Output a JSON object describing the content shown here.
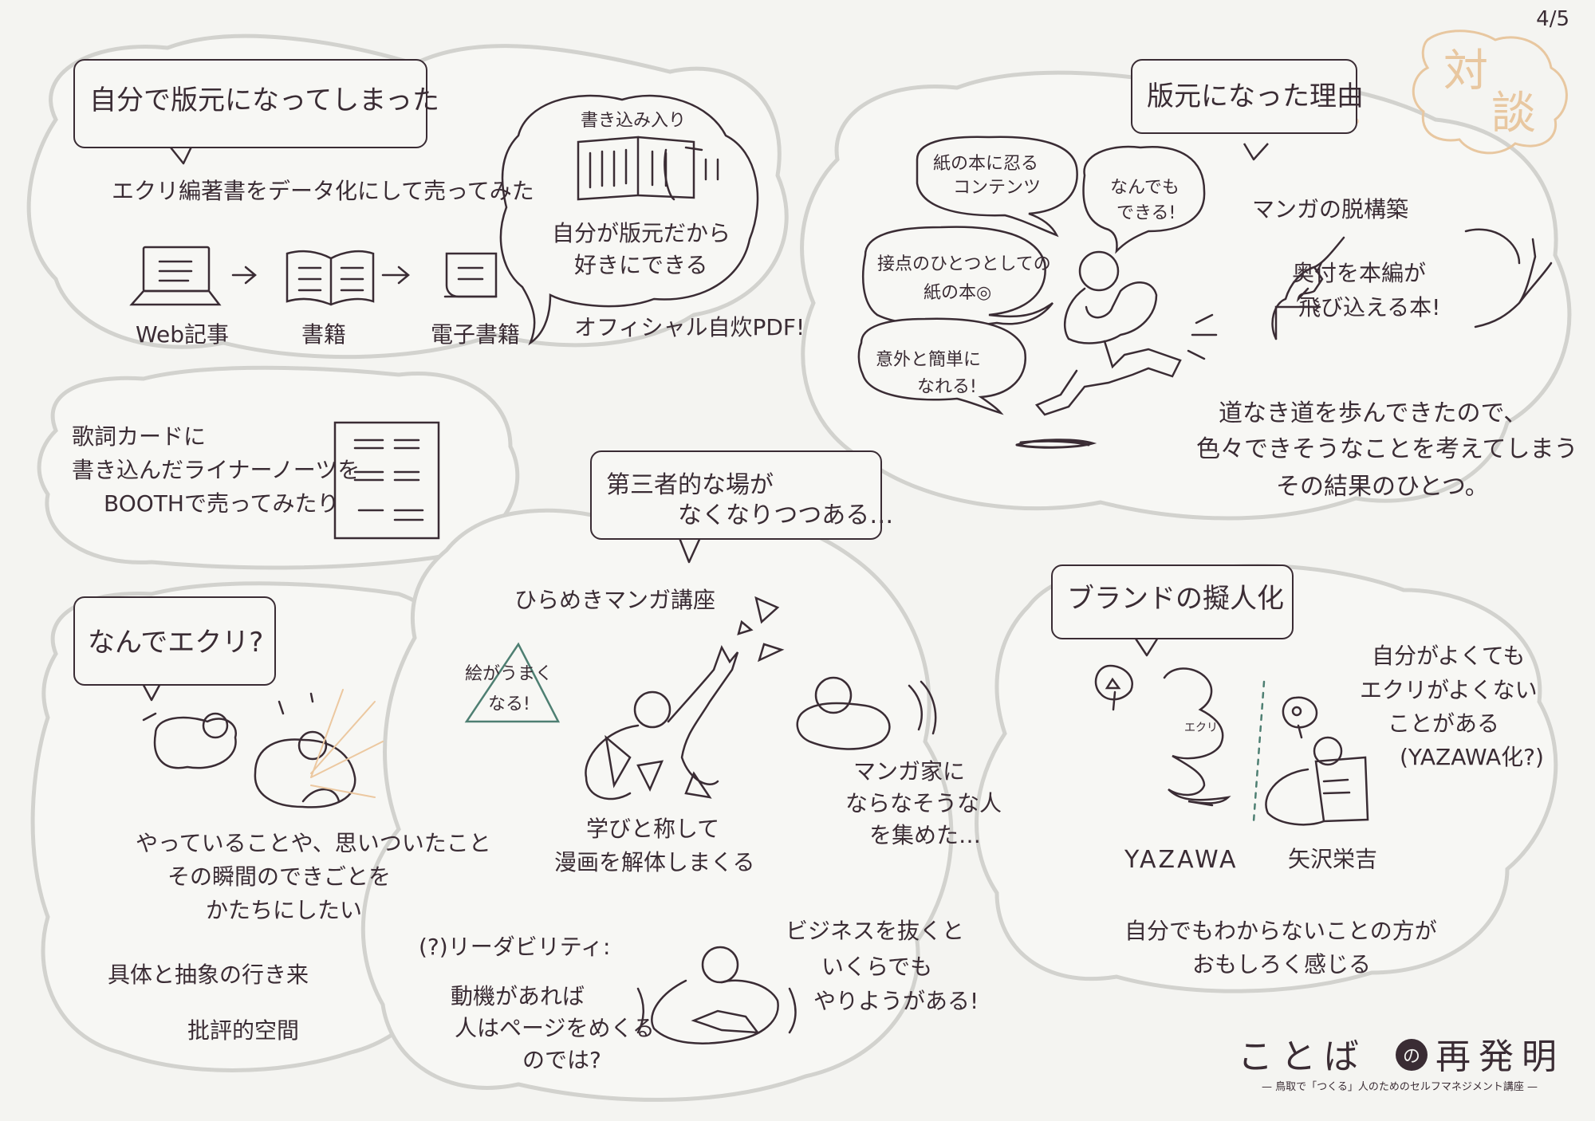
{
  "page_number": "4/5",
  "stamp": {
    "char1": "対",
    "char2": "談",
    "color": "#e8c7a0"
  },
  "colors": {
    "ink": "#3a2c34",
    "bubble": "#f7f7f4",
    "bubble_stroke": "#d4d4d0",
    "highlight": "#ecc8a0",
    "triangle": "#4e7f72"
  },
  "sec1": {
    "title": "自分で版元になってしまった",
    "line": "エクリ編著書をデータ化にして売ってみた",
    "flow_labels": [
      "Web記事",
      "書籍",
      "電子書籍"
    ],
    "arrow": "→",
    "bubble_heading": "書き込み入り",
    "bubble_text_1": "自分が版元だから",
    "bubble_text_2": "好きにできる",
    "pdf_note": "オフィシャル自炊PDF!"
  },
  "sec2": {
    "line1": "歌詞カードに",
    "line2": "書き込んだライナーノーツを",
    "line3": "BOOTHで売ってみたり"
  },
  "sec3": {
    "title": "なんでエクリ?",
    "line1": "やっていることや、思いついたこと",
    "line2": "その瞬間のできごとを",
    "line3": "かたちにしたい",
    "line4": "具体と抽象の行き来",
    "line5": "批評的空間"
  },
  "sec4": {
    "title_1": "第三者的な場が",
    "title_2": "なくなりつつある…",
    "course": "ひらめきマンガ講座",
    "triangle_text_1": "絵がうまく",
    "triangle_text_2": "なる!",
    "learn_1": "学びと称して",
    "learn_2": "漫画を解体しまくる",
    "manga_1": "マンガ家に",
    "manga_2": "ならなそうな人",
    "manga_3": "を集めた…",
    "read_1": "(?)リーダビリティ:",
    "read_2": "動機があれば",
    "read_3": "人はページをめくる",
    "read_4": "のでは?",
    "biz_1": "ビジネスを抜くと",
    "biz_2": "いくらでも",
    "biz_3": "やりようがある!"
  },
  "sec5": {
    "title": "版元になった理由",
    "b1_1": "紙の本に忍る",
    "b1_2": "コンテンツ",
    "b2_1": "なんでも",
    "b2_2": "できる!",
    "b3_1": "接点のひとつとしての",
    "b3_2": "紙の本◎",
    "b4_1": "意外と簡単に",
    "b4_2": "なれる!",
    "manga_title": "マンガの脱構築",
    "manga_1": "奥付を本編が",
    "manga_2": "飛び込える本!",
    "para_1": "道なき道を歩んできたので、",
    "para_2": "色々できそうなことを考えてしまう",
    "para_3": "その結果のひとつ。"
  },
  "sec6": {
    "title": "ブランドの擬人化",
    "q_1": "自分がよくても",
    "q_2": "エクリがよくない",
    "q_3": "ことがある",
    "q_4": "(YAZAWA化?)",
    "ekuri_tag": "エクリ",
    "name_1": "YAZAWA",
    "name_2": "矢沢栄吉",
    "bottom_1": "自分でもわからないことの方が",
    "bottom_2": "おもしろく感じる"
  },
  "footer": {
    "logo_1": "ことば",
    "logo_2": "再発明",
    "subtitle": "— 鳥取で「つくる」人のためのセルフマネジメント講座 —"
  }
}
